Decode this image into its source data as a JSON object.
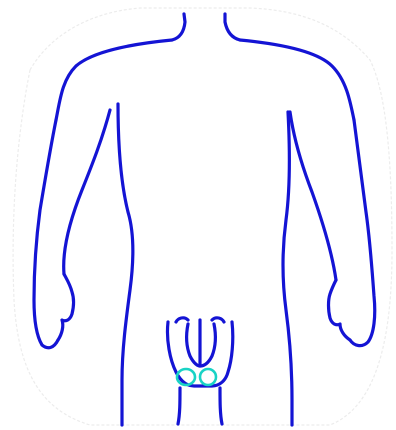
{
  "figure": {
    "kind": "body-outline",
    "view": "front",
    "colors": {
      "background": "#ffffff",
      "outline": "#1414d4",
      "highlight": "#19d3c5",
      "paper_edge": "#ececec"
    },
    "highlighted_regions": [
      {
        "name": "left-region"
      },
      {
        "name": "right-region"
      }
    ]
  }
}
